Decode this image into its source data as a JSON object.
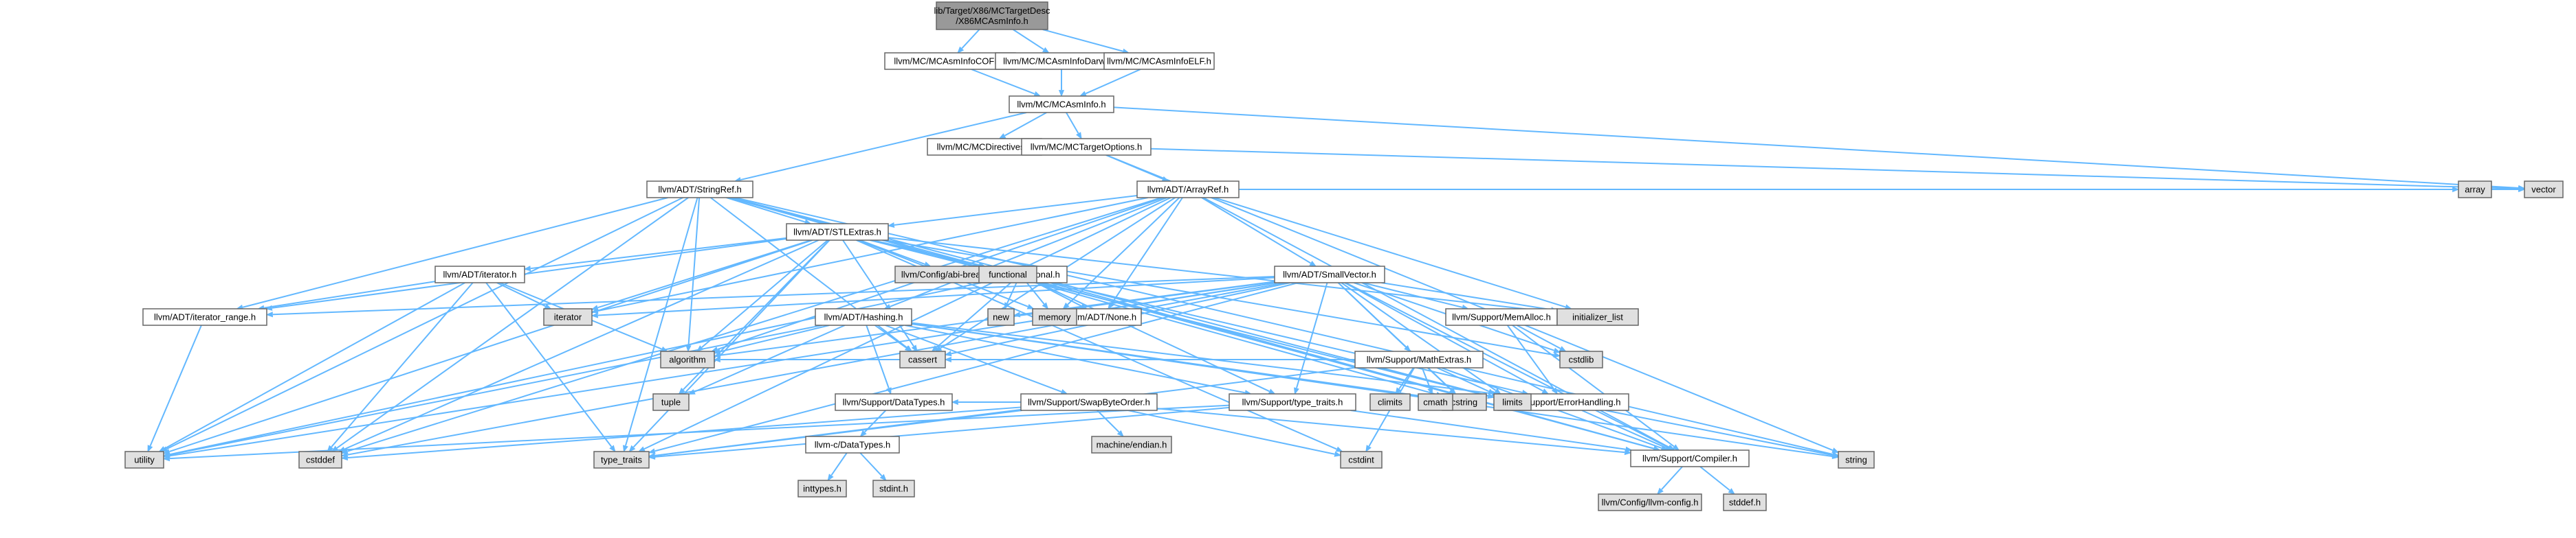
{
  "colors": {
    "edge": "#63b8ff",
    "file_node_fill": "#ffffff",
    "system_node_fill": "#e0e0e0",
    "root_node_fill": "#999999",
    "missing_node_border": "#ff0000",
    "node_border": "#666666"
  },
  "nodes": [
    {
      "id": "root",
      "lines": [
        "lib/Target/X86/MCTargetDesc",
        "/X86MCAsmInfo.h"
      ],
      "kind": "root"
    },
    {
      "id": "coff",
      "lines": [
        "llvm/MC/MCAsmInfoCOFF.h"
      ],
      "kind": "file"
    },
    {
      "id": "darwin",
      "lines": [
        "llvm/MC/MCAsmInfoDarwin.h"
      ],
      "kind": "file"
    },
    {
      "id": "elf",
      "lines": [
        "llvm/MC/MCAsmInfoELF.h"
      ],
      "kind": "file"
    },
    {
      "id": "mcasminfo",
      "lines": [
        "llvm/MC/MCAsmInfo.h"
      ],
      "kind": "file"
    },
    {
      "id": "mcdirectives",
      "lines": [
        "llvm/MC/MCDirectives.h"
      ],
      "kind": "file"
    },
    {
      "id": "mctargetoptions",
      "lines": [
        "llvm/MC/MCTargetOptions.h"
      ],
      "kind": "file"
    },
    {
      "id": "stringref",
      "lines": [
        "llvm/ADT/StringRef.h"
      ],
      "kind": "file"
    },
    {
      "id": "arrayref",
      "lines": [
        "llvm/ADT/ArrayRef.h"
      ],
      "kind": "file"
    },
    {
      "id": "stlextras",
      "lines": [
        "llvm/ADT/STLExtras.h"
      ],
      "kind": "file"
    },
    {
      "id": "smallvector",
      "lines": [
        "llvm/ADT/SmallVector.h"
      ],
      "kind": "file"
    },
    {
      "id": "optional",
      "lines": [
        "llvm/ADT/Optional.h"
      ],
      "kind": "file"
    },
    {
      "id": "adt_iterator",
      "lines": [
        "llvm/ADT/iterator.h"
      ],
      "kind": "file"
    },
    {
      "id": "abibreaking",
      "lines": [
        "llvm/Config/abi-breaking.h"
      ],
      "kind": "system"
    },
    {
      "id": "functional",
      "lines": [
        "functional"
      ],
      "kind": "system"
    },
    {
      "id": "iterator_range",
      "lines": [
        "llvm/ADT/iterator_range.h"
      ],
      "kind": "file"
    },
    {
      "id": "hashing",
      "lines": [
        "llvm/ADT/Hashing.h"
      ],
      "kind": "file"
    },
    {
      "id": "none",
      "lines": [
        "llvm/ADT/None.h"
      ],
      "kind": "file"
    },
    {
      "id": "mathextras",
      "lines": [
        "llvm/Support/MathExtras.h"
      ],
      "kind": "file"
    },
    {
      "id": "memalloc",
      "lines": [
        "llvm/Support/MemAlloc.h"
      ],
      "kind": "file"
    },
    {
      "id": "errorhandling",
      "lines": [
        "llvm/Support/ErrorHandling.h"
      ],
      "kind": "file"
    },
    {
      "id": "datatypes",
      "lines": [
        "llvm/Support/DataTypes.h"
      ],
      "kind": "file"
    },
    {
      "id": "swapbyteorder",
      "lines": [
        "llvm/Support/SwapByteOrder.h"
      ],
      "kind": "file"
    },
    {
      "id": "typetraits_h",
      "lines": [
        "llvm/Support/type_traits.h"
      ],
      "kind": "file"
    },
    {
      "id": "compiler",
      "lines": [
        "llvm/Support/Compiler.h"
      ],
      "kind": "file"
    },
    {
      "id": "llvmc_datatypes",
      "lines": [
        "llvm-c/DataTypes.h"
      ],
      "kind": "missing"
    },
    {
      "id": "machine_endian",
      "lines": [
        "machine/endian.h"
      ],
      "kind": "system"
    },
    {
      "id": "inttypes",
      "lines": [
        "inttypes.h"
      ],
      "kind": "system"
    },
    {
      "id": "stdint_h",
      "lines": [
        "stdint.h"
      ],
      "kind": "system"
    },
    {
      "id": "llvm_config",
      "lines": [
        "llvm/Config/llvm-config.h"
      ],
      "kind": "system"
    },
    {
      "id": "stddef_h",
      "lines": [
        "stddef.h"
      ],
      "kind": "system"
    },
    {
      "id": "vector",
      "lines": [
        "vector"
      ],
      "kind": "system"
    },
    {
      "id": "array",
      "lines": [
        "array"
      ],
      "kind": "system"
    },
    {
      "id": "iterator",
      "lines": [
        "iterator"
      ],
      "kind": "system"
    },
    {
      "id": "new",
      "lines": [
        "new"
      ],
      "kind": "system"
    },
    {
      "id": "memory",
      "lines": [
        "memory"
      ],
      "kind": "system"
    },
    {
      "id": "initializer_list",
      "lines": [
        "initializer_list"
      ],
      "kind": "system"
    },
    {
      "id": "algorithm",
      "lines": [
        "algorithm"
      ],
      "kind": "system"
    },
    {
      "id": "cassert",
      "lines": [
        "cassert"
      ],
      "kind": "system"
    },
    {
      "id": "tuple",
      "lines": [
        "tuple"
      ],
      "kind": "system"
    },
    {
      "id": "cstring",
      "lines": [
        "cstring"
      ],
      "kind": "system"
    },
    {
      "id": "climits",
      "lines": [
        "climits"
      ],
      "kind": "system"
    },
    {
      "id": "cmath",
      "lines": [
        "cmath"
      ],
      "kind": "system"
    },
    {
      "id": "limits",
      "lines": [
        "limits"
      ],
      "kind": "system"
    },
    {
      "id": "cstdlib",
      "lines": [
        "cstdlib"
      ],
      "kind": "system"
    },
    {
      "id": "utility",
      "lines": [
        "utility"
      ],
      "kind": "system"
    },
    {
      "id": "cstddef",
      "lines": [
        "cstddef"
      ],
      "kind": "system"
    },
    {
      "id": "type_traits",
      "lines": [
        "type_traits"
      ],
      "kind": "system"
    },
    {
      "id": "cstdint",
      "lines": [
        "cstdint"
      ],
      "kind": "system"
    },
    {
      "id": "string",
      "lines": [
        "string"
      ],
      "kind": "system"
    }
  ],
  "edges": [
    [
      "root",
      "coff"
    ],
    [
      "root",
      "darwin"
    ],
    [
      "root",
      "elf"
    ],
    [
      "coff",
      "mcasminfo"
    ],
    [
      "darwin",
      "mcasminfo"
    ],
    [
      "elf",
      "mcasminfo"
    ],
    [
      "mcasminfo",
      "mcdirectives"
    ],
    [
      "mcasminfo",
      "mctargetoptions"
    ],
    [
      "mcasminfo",
      "stringref"
    ],
    [
      "mcasminfo",
      "vector"
    ],
    [
      "mctargetoptions",
      "arrayref"
    ],
    [
      "mctargetoptions",
      "string"
    ],
    [
      "mctargetoptions",
      "vector"
    ],
    [
      "stringref",
      "stlextras"
    ],
    [
      "stringref",
      "iterator_range"
    ],
    [
      "stringref",
      "compiler"
    ],
    [
      "stringref",
      "algorithm"
    ],
    [
      "stringref",
      "cassert"
    ],
    [
      "stringref",
      "cstddef"
    ],
    [
      "stringref",
      "cstring"
    ],
    [
      "stringref",
      "limits"
    ],
    [
      "stringref",
      "string"
    ],
    [
      "stringref",
      "type_traits"
    ],
    [
      "stringref",
      "utility"
    ],
    [
      "arrayref",
      "hashing"
    ],
    [
      "arrayref",
      "none"
    ],
    [
      "arrayref",
      "smallvector"
    ],
    [
      "arrayref",
      "stlextras"
    ],
    [
      "arrayref",
      "compiler"
    ],
    [
      "arrayref",
      "algorithm"
    ],
    [
      "arrayref",
      "array"
    ],
    [
      "arrayref",
      "cassert"
    ],
    [
      "arrayref",
      "cstddef"
    ],
    [
      "arrayref",
      "initializer_list"
    ],
    [
      "arrayref",
      "iterator"
    ],
    [
      "arrayref",
      "memory"
    ],
    [
      "arrayref",
      "type_traits"
    ],
    [
      "arrayref",
      "vector"
    ],
    [
      "stlextras",
      "optional"
    ],
    [
      "stlextras",
      "adt_iterator"
    ],
    [
      "stlextras",
      "iterator_range"
    ],
    [
      "stlextras",
      "abibreaking"
    ],
    [
      "stlextras",
      "errorhandling"
    ],
    [
      "stlextras",
      "algorithm"
    ],
    [
      "stlextras",
      "cassert"
    ],
    [
      "stlextras",
      "cstddef"
    ],
    [
      "stlextras",
      "cstdint"
    ],
    [
      "stlextras",
      "cstdlib"
    ],
    [
      "stlextras",
      "functional"
    ],
    [
      "stlextras",
      "initializer_list"
    ],
    [
      "stlextras",
      "iterator"
    ],
    [
      "stlextras",
      "limits"
    ],
    [
      "stlextras",
      "memory"
    ],
    [
      "stlextras",
      "tuple"
    ],
    [
      "stlextras",
      "type_traits"
    ],
    [
      "stlextras",
      "utility"
    ],
    [
      "optional",
      "none"
    ],
    [
      "optional",
      "compiler"
    ],
    [
      "optional",
      "typetraits_h"
    ],
    [
      "optional",
      "cassert"
    ],
    [
      "optional",
      "memory"
    ],
    [
      "optional",
      "new"
    ],
    [
      "optional",
      "utility"
    ],
    [
      "adt_iterator",
      "iterator_range"
    ],
    [
      "adt_iterator",
      "algorithm"
    ],
    [
      "adt_iterator",
      "cstddef"
    ],
    [
      "adt_iterator",
      "iterator"
    ],
    [
      "adt_iterator",
      "type_traits"
    ],
    [
      "adt_iterator",
      "utility"
    ],
    [
      "iterator_range",
      "utility"
    ],
    [
      "hashing",
      "errorhandling"
    ],
    [
      "hashing",
      "datatypes"
    ],
    [
      "hashing",
      "swapbyteorder"
    ],
    [
      "hashing",
      "typetraits_h"
    ],
    [
      "hashing",
      "algorithm"
    ],
    [
      "hashing",
      "cassert"
    ],
    [
      "hashing",
      "cstring"
    ],
    [
      "hashing",
      "string"
    ],
    [
      "hashing",
      "tuple"
    ],
    [
      "hashing",
      "utility"
    ],
    [
      "smallvector",
      "iterator_range"
    ],
    [
      "smallvector",
      "compiler"
    ],
    [
      "smallvector",
      "errorhandling"
    ],
    [
      "smallvector",
      "mathextras"
    ],
    [
      "smallvector",
      "memalloc"
    ],
    [
      "smallvector",
      "typetraits_h"
    ],
    [
      "smallvector",
      "algorithm"
    ],
    [
      "smallvector",
      "cassert"
    ],
    [
      "smallvector",
      "cstddef"
    ],
    [
      "smallvector",
      "cstdlib"
    ],
    [
      "smallvector",
      "cstring"
    ],
    [
      "smallvector",
      "initializer_list"
    ],
    [
      "smallvector",
      "iterator"
    ],
    [
      "smallvector",
      "limits"
    ],
    [
      "smallvector",
      "memory"
    ],
    [
      "smallvector",
      "new"
    ],
    [
      "smallvector",
      "type_traits"
    ],
    [
      "smallvector",
      "utility"
    ],
    [
      "mathextras",
      "compiler"
    ],
    [
      "mathextras",
      "algorithm"
    ],
    [
      "mathextras",
      "cassert"
    ],
    [
      "mathextras",
      "climits"
    ],
    [
      "mathextras",
      "cmath"
    ],
    [
      "mathextras",
      "cstdint"
    ],
    [
      "mathextras",
      "cstring"
    ],
    [
      "mathextras",
      "limits"
    ],
    [
      "mathextras",
      "type_traits"
    ],
    [
      "memalloc",
      "compiler"
    ],
    [
      "memalloc",
      "errorhandling"
    ],
    [
      "memalloc",
      "cstdlib"
    ],
    [
      "errorhandling",
      "compiler"
    ],
    [
      "errorhandling",
      "string"
    ],
    [
      "datatypes",
      "llvmc_datatypes"
    ],
    [
      "swapbyteorder",
      "compiler"
    ],
    [
      "swapbyteorder",
      "datatypes"
    ],
    [
      "swapbyteorder",
      "cstddef"
    ],
    [
      "swapbyteorder",
      "cstdint"
    ],
    [
      "swapbyteorder",
      "type_traits"
    ],
    [
      "swapbyteorder",
      "machine_endian"
    ],
    [
      "typetraits_h",
      "compiler"
    ],
    [
      "typetraits_h",
      "type_traits"
    ],
    [
      "typetraits_h",
      "utility"
    ],
    [
      "llvmc_datatypes",
      "inttypes"
    ],
    [
      "llvmc_datatypes",
      "stdint_h"
    ],
    [
      "compiler",
      "llvm_config"
    ],
    [
      "compiler",
      "stddef_h"
    ]
  ]
}
